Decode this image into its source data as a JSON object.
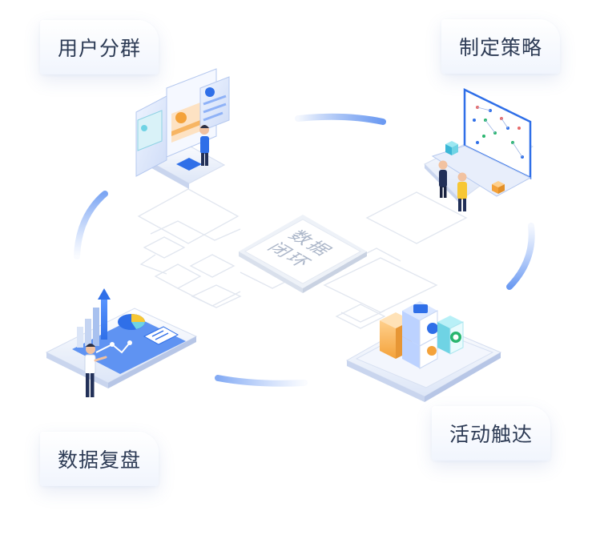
{
  "center": {
    "line1": "数据",
    "line2": "闭环"
  },
  "steps": [
    {
      "label": "用户分群"
    },
    {
      "label": "制定策略"
    },
    {
      "label": "活动触达"
    },
    {
      "label": "数据复盘"
    }
  ],
  "colors": {
    "accent": "#2f6fe8",
    "accent_light": "#8fb2f7",
    "text": "#2d3b55",
    "line": "#dfe4ee",
    "orange": "#f4a23a",
    "yellow": "#f7c734",
    "green": "#28b56e",
    "cyan": "#6fd3e4"
  }
}
